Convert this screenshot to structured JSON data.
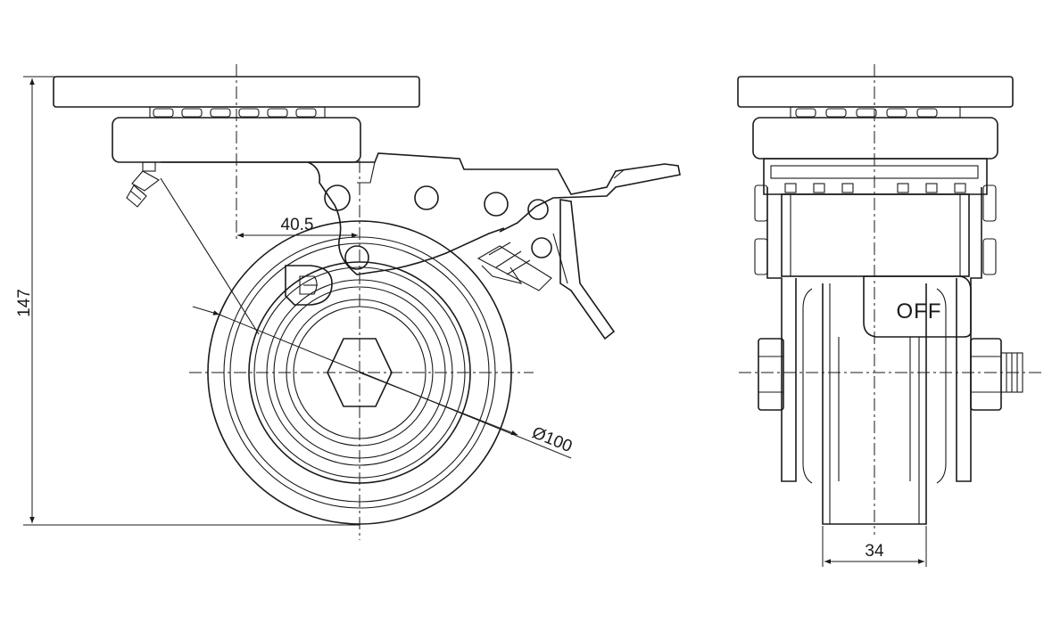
{
  "drawing": {
    "side_view": {
      "dim_height": "147",
      "dim_offset": "40.5",
      "dim_diameter": "Ø100"
    },
    "front_view": {
      "dim_width": "34",
      "brake_label": "OFF"
    }
  },
  "colors": {
    "line": "#1a1a1a",
    "background": "#ffffff"
  }
}
